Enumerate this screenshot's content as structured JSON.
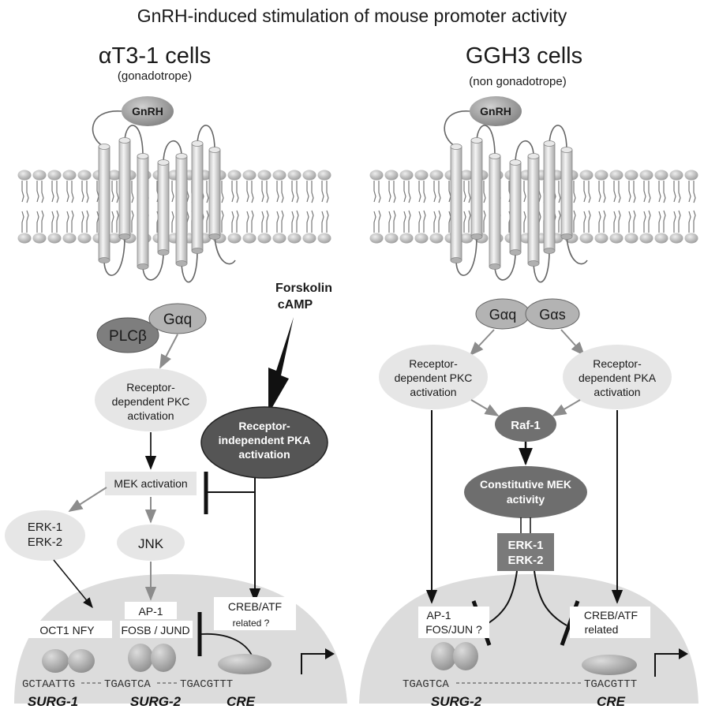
{
  "title": "GnRH-induced stimulation of mouse promoter activity",
  "left": {
    "cell_name": "αT3-1 cells",
    "cell_type": "(gonadotrope)",
    "gnrh": "GnRH",
    "gaq": "Gαq",
    "plcb": "PLCβ",
    "pkc_l1": "Receptor-",
    "pkc_l2": "dependent PKC",
    "pkc_l3": "activation",
    "forskolin": "Forskolin",
    "camp": "cAMP",
    "pka_l1": "Receptor-",
    "pka_l2": "independent PKA",
    "pka_l3": "activation",
    "mek": "MEK activation",
    "erk1": "ERK-1",
    "erk2": "ERK-2",
    "jnk": "JNK",
    "ap1": "AP-1",
    "fosb_jund": "FOSB / JUND",
    "oct1_nfy": "OCT1 NFY",
    "creb": "CREB/ATF",
    "creb_related": "related ?",
    "seq1": "GCTAATTG",
    "seq2": "TGAGTCA",
    "seq3": "TGACGTTT",
    "surg1": "SURG-1",
    "surg2": "SURG-2",
    "cre": "CRE"
  },
  "right": {
    "cell_name": "GGH3 cells",
    "cell_type": "(non gonadotrope)",
    "gnrh": "GnRH",
    "gaq": "Gαq",
    "gas": "Gαs",
    "pkc_l1": "Receptor-",
    "pkc_l2": "dependent PKC",
    "pkc_l3": "activation",
    "pka_l1": "Receptor-",
    "pka_l2": "dependent PKA",
    "pka_l3": "activation",
    "raf": "Raf-1",
    "mek_l1": "Constitutive MEK",
    "mek_l2": "activity",
    "erk1": "ERK-1",
    "erk2": "ERK-2",
    "ap1": "AP-1",
    "fos_jun": "FOS/JUN ?",
    "creb": "CREB/ATF",
    "creb_related": "related",
    "seq1": "TGAGTCA",
    "seq2": "TGACGTTT",
    "surg2": "SURG-2",
    "cre": "CRE"
  }
}
